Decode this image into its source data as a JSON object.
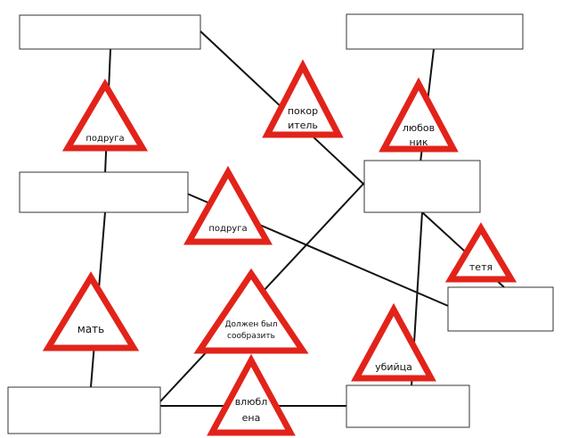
{
  "diagram": {
    "boxes": [
      {
        "id": "box-top-left",
        "label": ""
      },
      {
        "id": "box-top-right",
        "label": ""
      },
      {
        "id": "box-mid-left",
        "label": ""
      },
      {
        "id": "box-center-right",
        "label": ""
      },
      {
        "id": "box-right",
        "label": ""
      },
      {
        "id": "box-bottom-left",
        "label": ""
      },
      {
        "id": "box-bottom-right",
        "label": ""
      }
    ],
    "relations": [
      {
        "lines": [
          "подруга"
        ]
      },
      {
        "lines": [
          "покор",
          "итель"
        ]
      },
      {
        "lines": [
          "любов",
          "ник"
        ]
      },
      {
        "lines": [
          "подруга"
        ]
      },
      {
        "lines": [
          "тетя"
        ]
      },
      {
        "lines": [
          "мать"
        ]
      },
      {
        "lines": [
          "Должен был",
          "сообразить"
        ]
      },
      {
        "lines": [
          "убийца"
        ]
      },
      {
        "lines": [
          "влюбл",
          "ена"
        ]
      }
    ],
    "colors": {
      "triangle_stroke": "#e2231a",
      "line": "#111111",
      "box_border": "#333333"
    }
  }
}
